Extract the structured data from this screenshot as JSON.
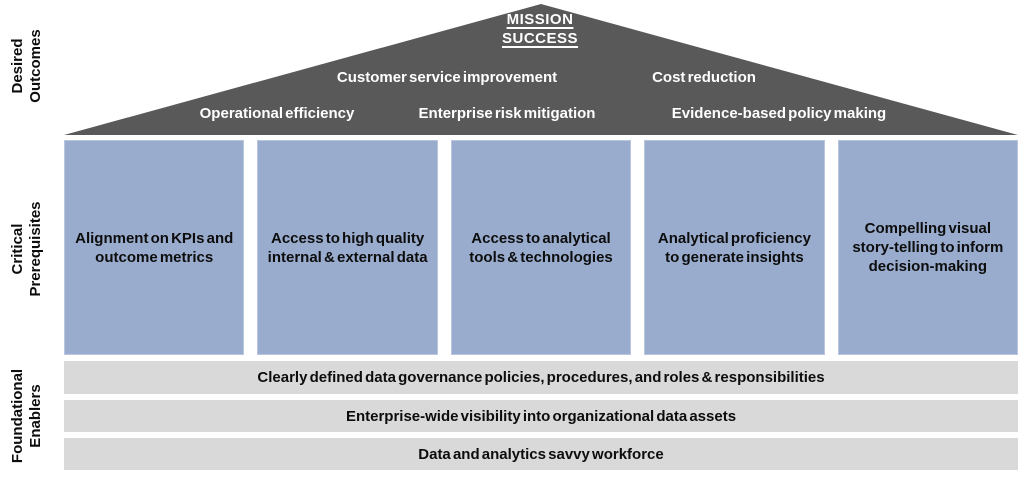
{
  "colors": {
    "page_bg": "#ffffff",
    "triangle_fill": "#595959",
    "triangle_text": "#ffffff",
    "box_fill": "#99accd",
    "box_border": "#b9c6de",
    "box_text": "#0d0d0d",
    "bar_fill": "#d9d9d9",
    "bar_text": "#0d0d0d",
    "side_label_text": "#0d0d0d"
  },
  "side_labels": [
    {
      "id": "desired-outcomes",
      "lines": [
        "Desired",
        "Outcomes"
      ]
    },
    {
      "id": "critical-prerequisites",
      "lines": [
        "Critical",
        "Prerequisites"
      ]
    },
    {
      "id": "foundational-enablers",
      "lines": [
        "Foundational",
        "Enablers"
      ]
    }
  ],
  "pyramid": {
    "title_lines": [
      "MISSION",
      "SUCCESS"
    ],
    "outcomes_row1": [
      {
        "label": "Customer service improvement"
      },
      {
        "label": "Cost reduction"
      }
    ],
    "outcomes_row2": [
      {
        "label": "Operational efficiency"
      },
      {
        "label": "Enterprise risk mitigation"
      },
      {
        "label": "Evidence-based policy making"
      }
    ]
  },
  "prerequisites": [
    {
      "label": "Alignment on KPIs and outcome metrics"
    },
    {
      "label": "Access to high quality internal & external data"
    },
    {
      "label": "Access to analytical tools & technologies"
    },
    {
      "label": "Analytical proficiency to generate insights"
    },
    {
      "label": "Compelling visual story-telling to inform decision-making"
    }
  ],
  "enablers": [
    {
      "label": "Clearly defined data governance policies, procedures, and roles & responsibilities"
    },
    {
      "label": "Enterprise-wide visibility into organizational data assets"
    },
    {
      "label": "Data and analytics savvy workforce"
    }
  ]
}
